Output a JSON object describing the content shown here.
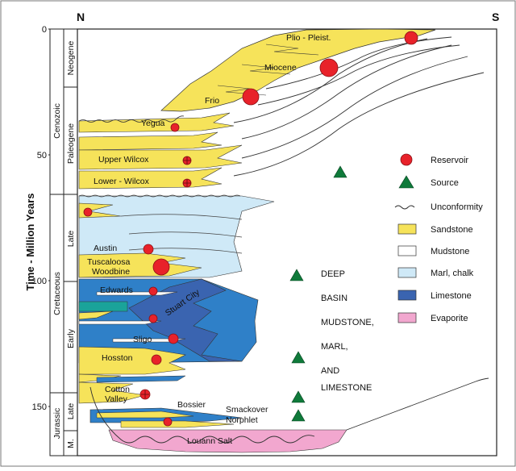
{
  "directions": {
    "north": "N",
    "south": "S"
  },
  "axis": {
    "label": "Time - Million Years",
    "ticks": [
      "0",
      "50",
      "100",
      "150"
    ]
  },
  "eras": {
    "cenozoic": "Cenozoic",
    "cretaceous": "Cretaceous",
    "jurassic": "Jurassic"
  },
  "periods": {
    "neogene": "Neogene",
    "paleogene": "Paleogene",
    "late_cret": "Late",
    "early_cret": "Early",
    "late_jur": "Late",
    "middle_jur": "M."
  },
  "units": {
    "plio": "Plio - Pleist.",
    "miocene": "Miocene",
    "frio": "Frio",
    "yegua": "Yegua",
    "upper_wilcox": "Upper Wilcox",
    "lower_wilcox": "Lower - Wilcox",
    "austin": "Austin",
    "tuscaloosa": "Tuscaloosa",
    "woodbine": "Woodbine",
    "edwards": "Edwards",
    "stuart_city": "Stuart City",
    "sligo": "Sligo",
    "hosston": "Hosston",
    "cotton": "Cotton",
    "valley": "Valley",
    "bossier": "Bossier",
    "smackover": "Smackover",
    "norphlet": "Norphlet",
    "louann": "Louann Salt"
  },
  "deep_basin": [
    "DEEP",
    "BASIN",
    "MUDSTONE,",
    "MARL,",
    "AND",
    "LIMESTONE"
  ],
  "legend": {
    "reservoir": "Reservoir",
    "source": "Source",
    "unconformity": "Unconformity",
    "sandstone": "Sandstone",
    "mudstone": "Mudstone",
    "marl": "Marl, chalk",
    "limestone": "Limestone",
    "evaporite": "Evaporite"
  },
  "colors": {
    "sandstone": "#f6e35a",
    "mudstone": "#ffffff",
    "marl": "#cfe9f7",
    "limestone": "#2f80c8",
    "limestone_dark": "#3a64b0",
    "evaporite": "#f2a7cf",
    "reservoir": "#e8222a",
    "source": "#0f7a3a",
    "teal": "#1aa39a"
  }
}
